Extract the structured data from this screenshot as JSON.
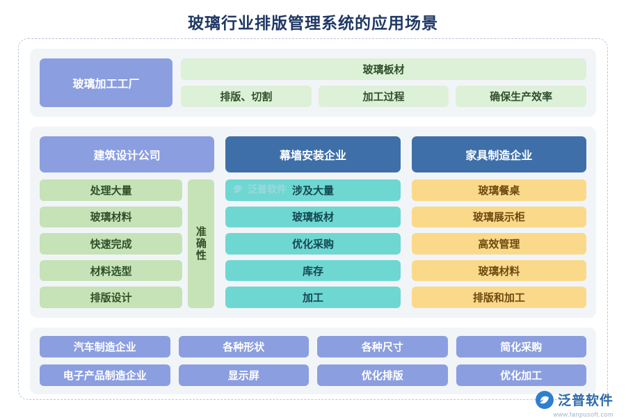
{
  "title": "玻璃行业排版管理系统的应用场景",
  "top": {
    "factory_label": "玻璃加工工厂",
    "wide_label": "玻璃板材",
    "cells": [
      "排版、切割",
      "加工过程",
      "确保生产效率"
    ]
  },
  "columns": [
    {
      "head": "建筑设计公司",
      "items": [
        "处理大量",
        "玻璃材料",
        "快速完成",
        "材料选型",
        "排版设计"
      ],
      "side_note": "准确性"
    },
    {
      "head": "幕墙安装企业",
      "items": [
        "涉及大量",
        "玻璃板材",
        "优化采购",
        "库存",
        "加工"
      ],
      "side_note": ""
    },
    {
      "head": "家具制造企业",
      "items": [
        "玻璃餐桌",
        "玻璃展示柜",
        "高效管理",
        "玻璃材料",
        "排版和加工"
      ],
      "side_note": ""
    }
  ],
  "bottom": {
    "row1": [
      "汽车制造企业",
      "各种形状",
      "各种尺寸",
      "简化采购"
    ],
    "row2": [
      "电子产品制造企业",
      "显示屏",
      "优化排版",
      "优化加工"
    ]
  },
  "watermarks": {
    "center_text": "泛普软件",
    "brand_text": "泛普软件",
    "brand_url": "www.fanpusoft.com"
  },
  "colors": {
    "title": "#1f3864",
    "purple": "#8b9ee0",
    "blue": "#3f6fa8",
    "green_light": "#ddf0d8",
    "green": "#c5e3b6",
    "teal": "#6ed7d2",
    "yellow": "#fbd98a",
    "band": "#f2f5f8",
    "frame_border": "#b9c6d4"
  }
}
